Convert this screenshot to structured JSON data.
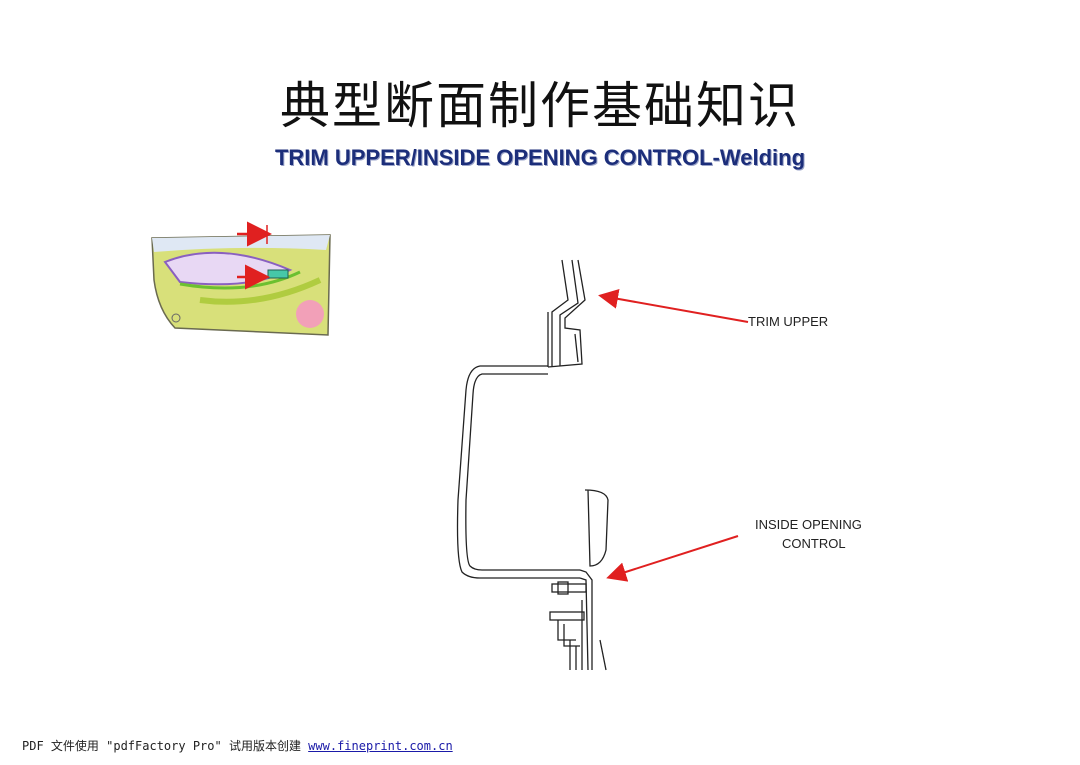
{
  "header": {
    "title": "典型断面制作基础知识",
    "subtitle": "TRIM UPPER/INSIDE OPENING CONTROL-Welding"
  },
  "figure": {
    "label_trim_upper": "TRIM UPPER",
    "label_inside_opening_line1": "INSIDE OPENING",
    "label_inside_opening_line2": "CONTROL",
    "colors": {
      "arrow": "#e02020",
      "panel_green": "#cfe36a",
      "panel_purple": "#b98ed8",
      "speaker": "#f2a0b8"
    }
  },
  "footer": {
    "text": "PDF 文件使用 \"pdfFactory Pro\" 试用版本创建 ",
    "link": "www.fineprint.com.cn"
  }
}
